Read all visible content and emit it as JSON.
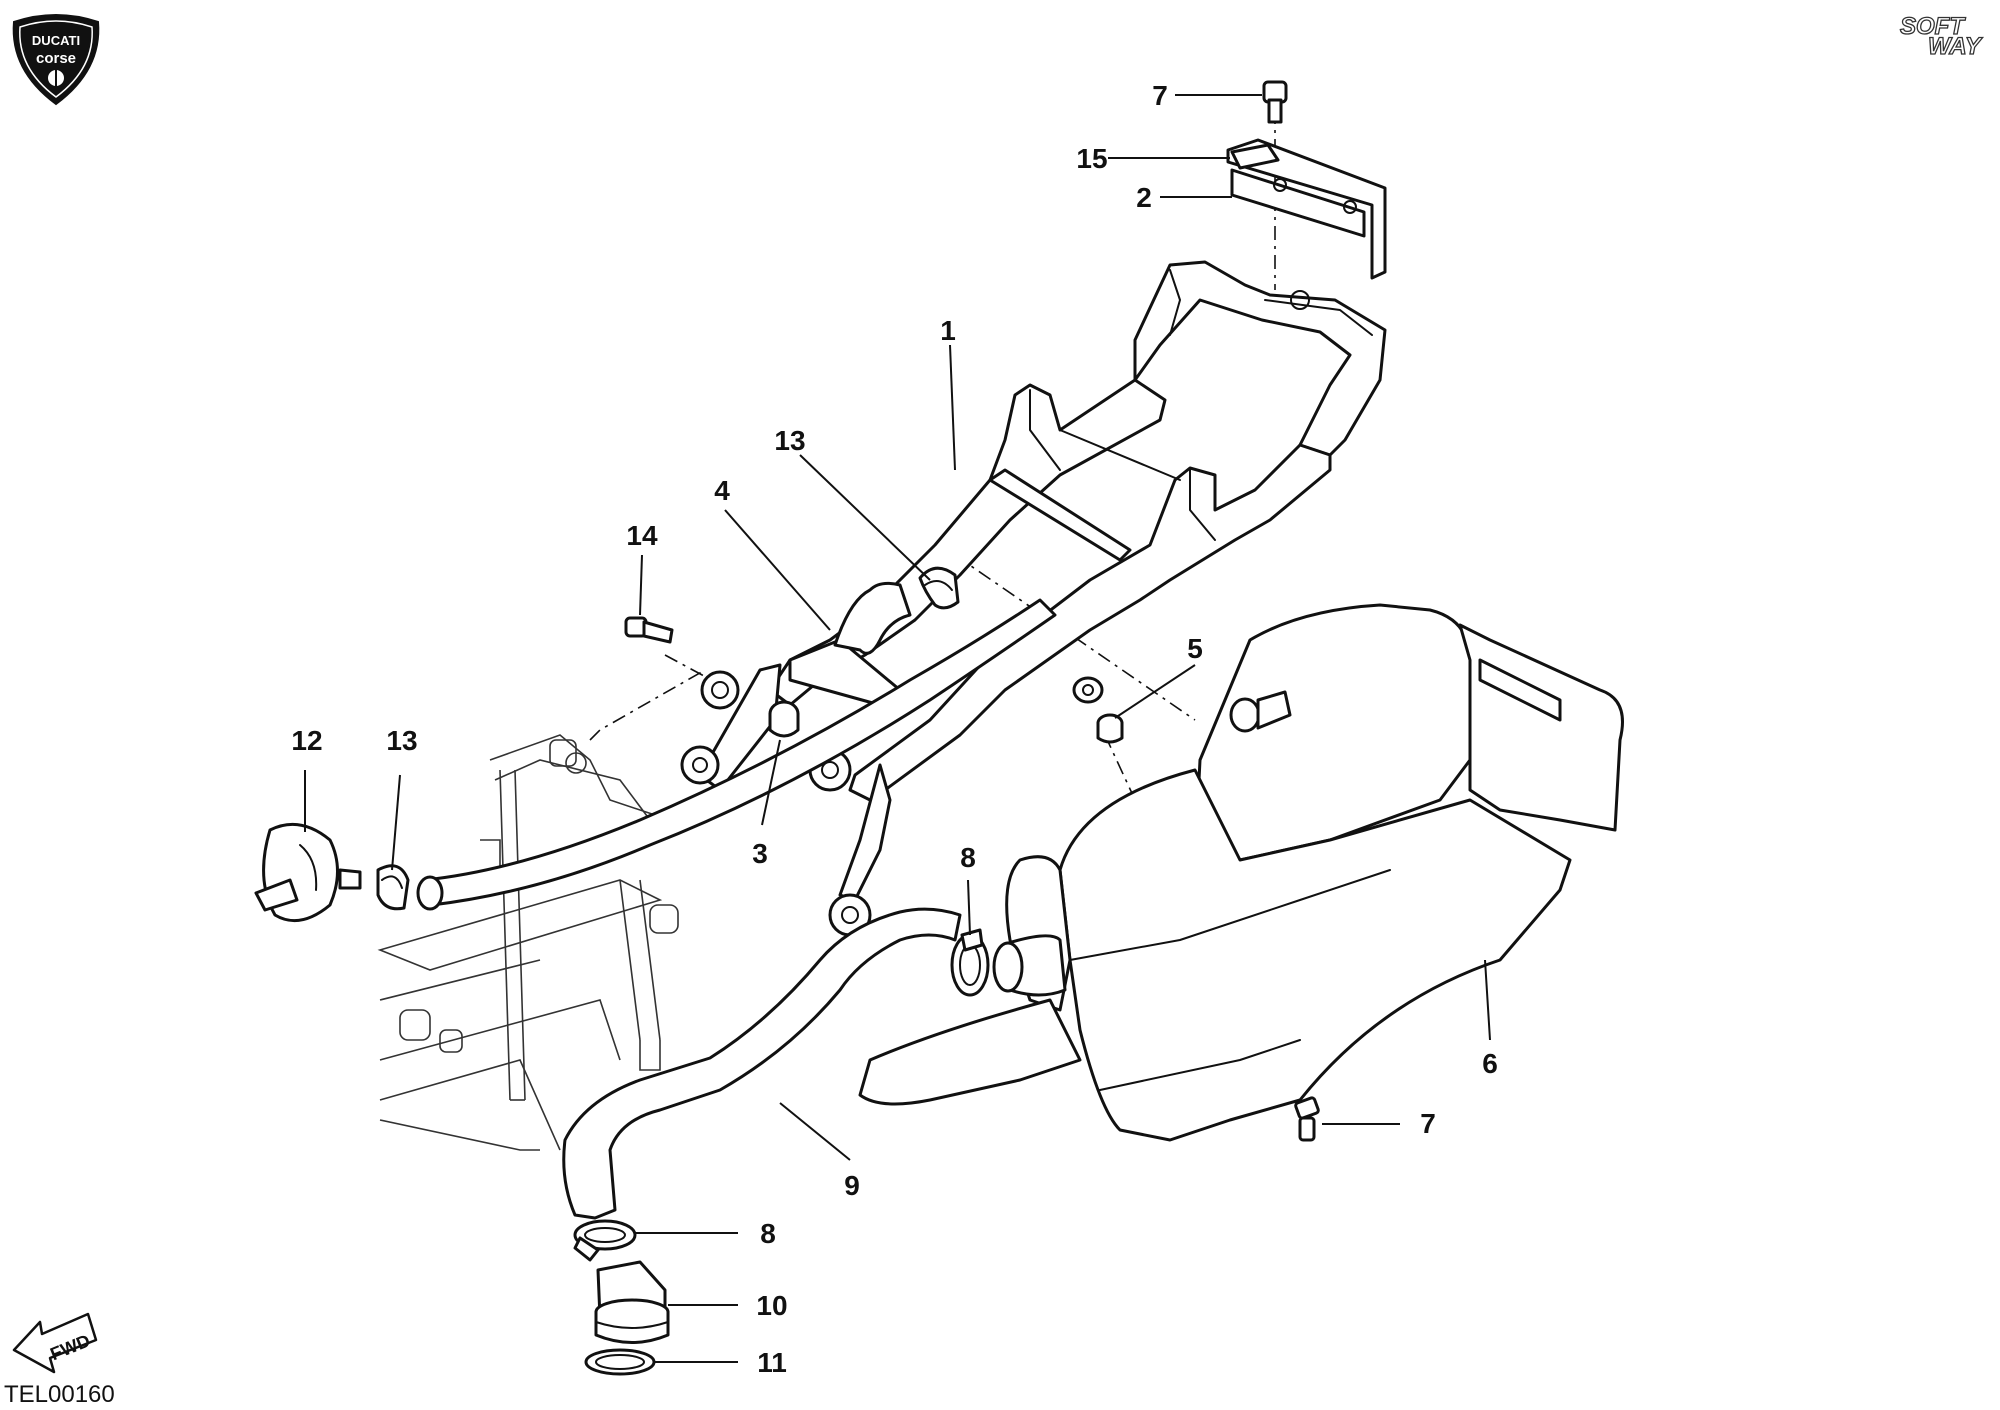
{
  "brand": {
    "ducati_logo_top": "DUCATI",
    "ducati_logo_bottom": "corse",
    "softway_logo_top": "SOFT",
    "softway_logo_bottom": "WAY"
  },
  "drawing_code": "TEL00160",
  "direction_marker": "FWD",
  "callouts": [
    {
      "id": "c7a",
      "label": "7"
    },
    {
      "id": "c15",
      "label": "15"
    },
    {
      "id": "c2",
      "label": "2"
    },
    {
      "id": "c1",
      "label": "1"
    },
    {
      "id": "c13a",
      "label": "13"
    },
    {
      "id": "c4",
      "label": "4"
    },
    {
      "id": "c14",
      "label": "14"
    },
    {
      "id": "c5",
      "label": "5"
    },
    {
      "id": "c12",
      "label": "12"
    },
    {
      "id": "c13b",
      "label": "13"
    },
    {
      "id": "c3",
      "label": "3"
    },
    {
      "id": "c8a",
      "label": "8"
    },
    {
      "id": "c6",
      "label": "6"
    },
    {
      "id": "c9",
      "label": "9"
    },
    {
      "id": "c7b",
      "label": "7"
    },
    {
      "id": "c8b",
      "label": "8"
    },
    {
      "id": "c10",
      "label": "10"
    },
    {
      "id": "c11",
      "label": "11"
    }
  ]
}
